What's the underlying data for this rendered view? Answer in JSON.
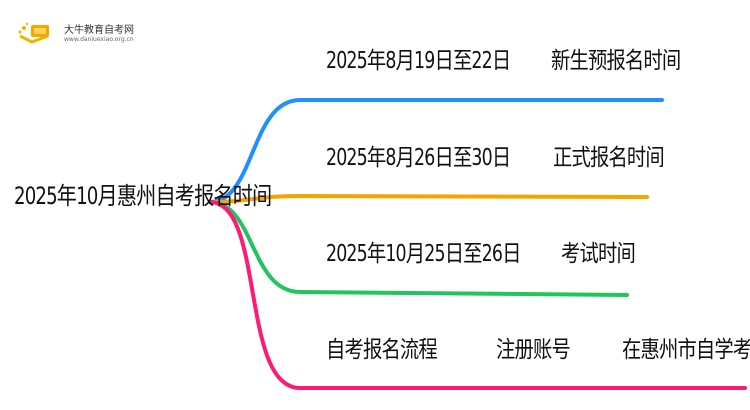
{
  "logo": {
    "name": "大牛教育自考网",
    "url": "www.daniuexiao.org.cn"
  },
  "mindmap": {
    "root": "2025年10月惠州自考报名时间",
    "branches": [
      {
        "color": "#1e90ff",
        "items": [
          "2025年8月19日至22日",
          "新生预报名时间"
        ]
      },
      {
        "color": "#f5a400",
        "items": [
          "2025年8月26日至30日",
          "正式报名时间"
        ]
      },
      {
        "color": "#23c35e",
        "items": [
          "2025年10月25日至26日",
          "考试时间"
        ]
      },
      {
        "color": "#ff1a75",
        "items": [
          "自考报名流程",
          "注册账号",
          "在惠州市自学考试"
        ]
      }
    ]
  }
}
